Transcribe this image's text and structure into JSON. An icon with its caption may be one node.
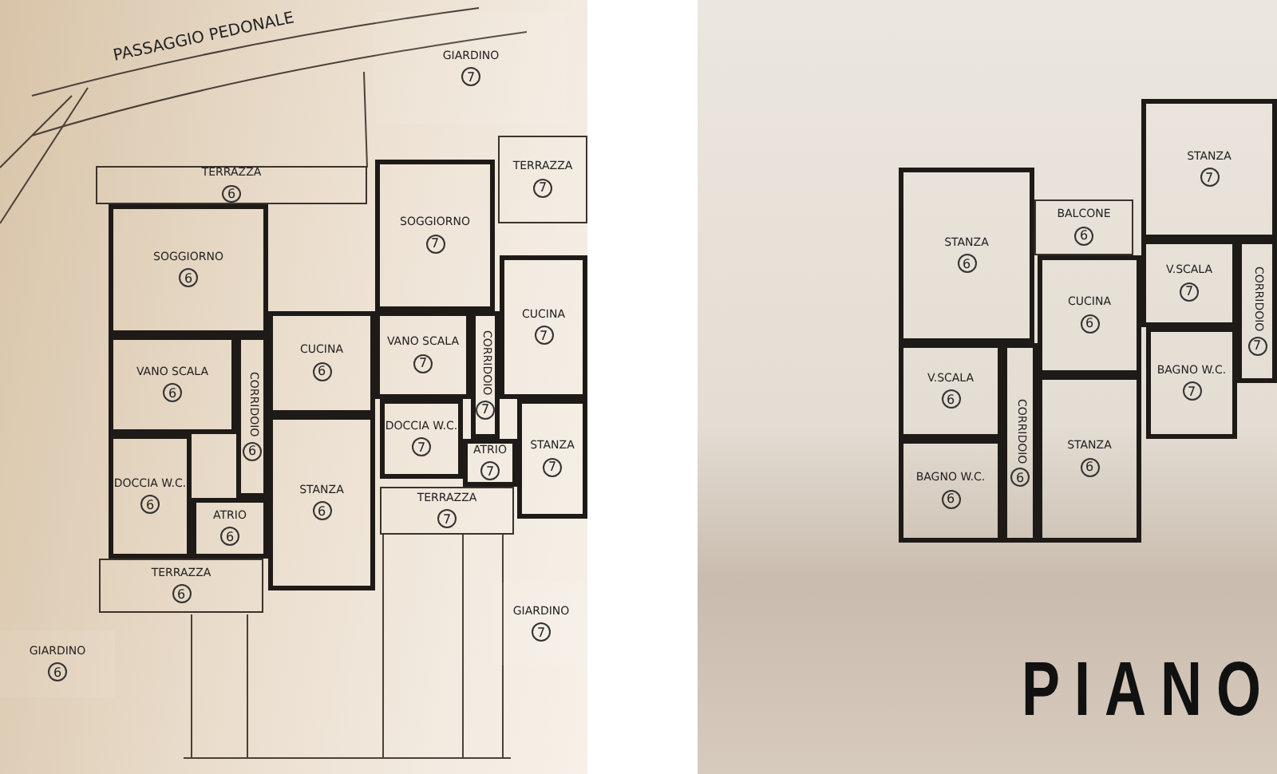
{
  "diagram": {
    "nodes": [
      {
        "text": [
          "GIARDINO",
          "7"
        ]
      },
      {
        "text": [
          "TERRAZZA",
          "6"
        ]
      },
      {
        "text": [
          "SOGGIORNO",
          "6"
        ]
      },
      {
        "text": [
          "VANO SCALA",
          "6"
        ]
      },
      {
        "text": [
          "CORRIDOIO",
          "6"
        ]
      },
      {
        "text": [
          "CUCINA",
          "6"
        ]
      },
      {
        "text": [
          "DOCCIA W.C.",
          "6"
        ]
      },
      {
        "text": [
          "ATRIO",
          "6"
        ]
      },
      {
        "text": [
          "STANZA",
          "6"
        ]
      },
      {
        "text": [
          "TERRAZZA",
          "6"
        ]
      },
      {
        "text": [
          "GIARDINO",
          "6"
        ]
      },
      {
        "text": [
          "SOGGIORNO",
          "7"
        ]
      },
      {
        "text": [
          "TERRAZZA",
          "7"
        ]
      },
      {
        "text": [
          "VANO SCALA",
          "7"
        ]
      },
      {
        "text": [
          "CORRIDOIO",
          "7"
        ]
      },
      {
        "text": [
          "CUCINA",
          "7"
        ]
      },
      {
        "text": [
          "DOCCIA W.C.",
          "7"
        ]
      },
      {
        "text": [
          "ATRIO",
          "7"
        ]
      },
      {
        "text": [
          "STANZA",
          "7"
        ]
      },
      {
        "text": [
          "TERRAZZA",
          "7"
        ]
      },
      {
        "text": [
          "GIARDINO",
          "7"
        ]
      },
      {
        "text": [
          "STANZA",
          "6"
        ]
      },
      {
        "text": [
          "BALCONE",
          "6"
        ]
      },
      {
        "text": [
          "V.SCALA",
          "6"
        ]
      },
      {
        "text": [
          "CORRIDOIO",
          "6"
        ]
      },
      {
        "text": [
          "CUCINA",
          "6"
        ]
      },
      {
        "text": [
          "BAGNO W.C.",
          "6"
        ]
      },
      {
        "text": [
          "STANZA",
          "6"
        ]
      },
      {
        "text": [
          "STANZA",
          "7"
        ]
      },
      {
        "text": [
          "V.SCALA",
          "7"
        ]
      },
      {
        "text": [
          "CORRIDOIO",
          "7"
        ]
      },
      {
        "text": [
          "BAGNO W.C.",
          "7"
        ]
      }
    ],
    "labels": [
      "PASSAGGIO PEDONALE",
      "PIANO"
    ]
  }
}
